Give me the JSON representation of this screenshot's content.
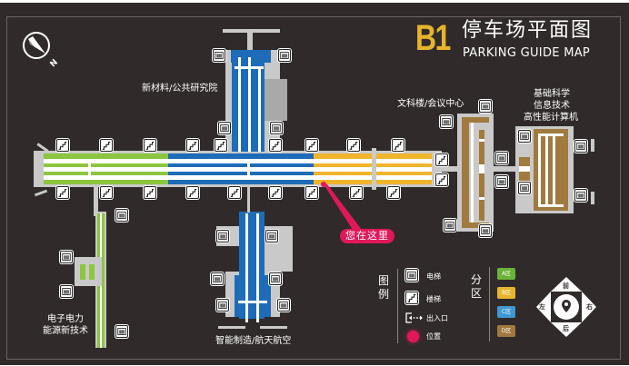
{
  "header": {
    "floor": "B1",
    "title_cn": "停车场平面图",
    "title_en": "PARKING GUIDE MAP"
  },
  "north_indicator": {
    "icon": "north-compass-icon",
    "label": "N"
  },
  "buildings": {
    "north": "新材料/公共研究院",
    "east_wing": "文科楼/会议中心",
    "far_east": [
      "基础科学",
      "信息技术",
      "高性能计算机"
    ],
    "southwest": [
      "电子电力",
      "能源新技术"
    ],
    "south": "智能制造/航天航空"
  },
  "you_are_here": {
    "label": "您在这里",
    "color": "#e0185a"
  },
  "legend": {
    "title": [
      "图",
      "例"
    ],
    "items": [
      {
        "icon": "elevator-icon",
        "label": "电梯"
      },
      {
        "icon": "stairs-icon",
        "label": "楼梯"
      },
      {
        "icon": "entrance-exit-icon",
        "label": "出入口"
      },
      {
        "icon": "location-dot-icon",
        "label": "位置"
      }
    ]
  },
  "zones": {
    "title": [
      "分",
      "区"
    ],
    "items": [
      {
        "label": "A区",
        "color": "#6bb336"
      },
      {
        "label": "B区",
        "color": "#e8b42c"
      },
      {
        "label": "C区",
        "color": "#3f98d4"
      },
      {
        "label": "D区",
        "color": "#a07a3e"
      }
    ]
  },
  "direction_pad": {
    "front": "前",
    "back": "后",
    "left": "左",
    "right": "右",
    "center_icon": "map-pin-icon"
  },
  "colors": {
    "background": "#302b2a",
    "zone_a_green": "#8cc63f",
    "zone_b_yellow": "#f0b52a",
    "zone_c_blue": "#1e6cb8",
    "zone_d_brown": "#a07a3e",
    "corridor_gray": "#c9c9c9"
  }
}
